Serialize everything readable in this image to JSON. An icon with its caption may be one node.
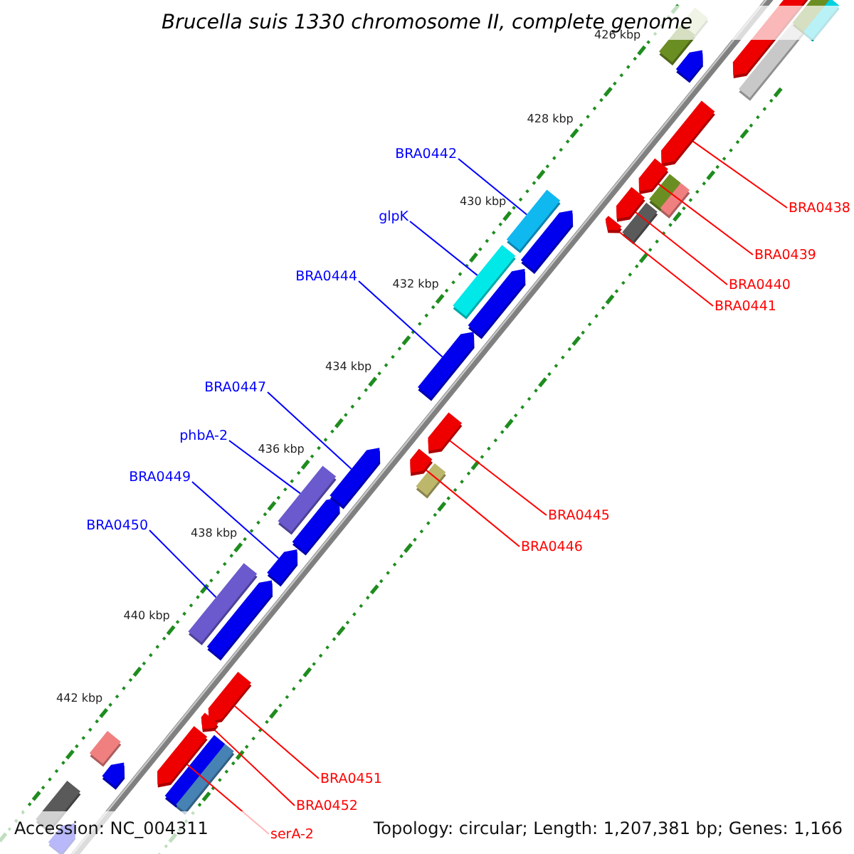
{
  "diagram": {
    "title": "Brucella suis 1330 chromosome II, complete genome",
    "nodes": [
      {
        "text": [
          "BRA0442"
        ]
      },
      {
        "text": [
          "glpK"
        ]
      },
      {
        "text": [
          "BRA0438"
        ]
      },
      {
        "text": [
          "BRA0439"
        ]
      },
      {
        "text": [
          "BRA0444"
        ]
      },
      {
        "text": [
          "BRA0440"
        ]
      },
      {
        "text": [
          "BRA0441"
        ]
      },
      {
        "text": [
          "BRA0447"
        ]
      },
      {
        "text": [
          "phbA-2"
        ]
      },
      {
        "text": [
          "BRA0449"
        ]
      },
      {
        "text": [
          "BRA0445"
        ]
      },
      {
        "text": [
          "BRA0450"
        ]
      },
      {
        "text": [
          "BRA0446"
        ]
      },
      {
        "text": [
          "BRA0451"
        ]
      },
      {
        "text": [
          "BRA0452"
        ]
      },
      {
        "text": [
          "serA-2"
        ]
      },
      {
        "text": [],
        "shape": "bar"
      },
      {
        "text": [],
        "shape": "bar"
      },
      {
        "text": [],
        "shape": "bar"
      },
      {
        "text": [],
        "shape": "bar"
      },
      {
        "text": [],
        "shape": "bar"
      },
      {
        "text": [],
        "shape": "bar"
      },
      {
        "text": [],
        "shape": "bar"
      },
      {
        "text": [],
        "shape": "bar"
      },
      {
        "text": [],
        "shape": "bar"
      },
      {
        "text": [],
        "shape": "bar"
      },
      {
        "text": [],
        "shape": "bar"
      },
      {
        "text": [],
        "shape": "bar"
      },
      {
        "text": [],
        "shape": "bar"
      },
      {
        "text": [],
        "shape": "bar"
      },
      {
        "text": [],
        "shape": "bar"
      },
      {
        "text": [],
        "shape": "bar"
      }
    ],
    "edges": [
      {
        "from": 0,
        "to": 16,
        "arrow": "none",
        "color": "#0000ff"
      },
      {
        "from": 1,
        "to": 17,
        "arrow": "none",
        "color": "#0000ff"
      },
      {
        "from": 2,
        "to": 18,
        "arrow": "none"
      },
      {
        "from": 3,
        "to": 19,
        "arrow": "none"
      },
      {
        "from": 4,
        "to": 20,
        "arrow": "none",
        "color": "#0000ff"
      },
      {
        "from": 5,
        "to": 21,
        "arrow": "none"
      },
      {
        "from": 6,
        "to": 22,
        "arrow": "none"
      },
      {
        "from": 7,
        "to": 23,
        "arrow": "none",
        "color": "#0000ff"
      },
      {
        "from": 8,
        "to": 24,
        "arrow": "none",
        "color": "#0000ff"
      },
      {
        "from": 9,
        "to": 25,
        "arrow": "none",
        "color": "#0000ff"
      },
      {
        "from": 10,
        "to": 26,
        "arrow": "none"
      },
      {
        "from": 11,
        "to": 27,
        "arrow": "none",
        "color": "#0000ff"
      },
      {
        "from": 12,
        "to": 28,
        "arrow": "none"
      },
      {
        "from": 13,
        "to": 29,
        "arrow": "none"
      },
      {
        "from": 14,
        "to": 30,
        "arrow": "none"
      },
      {
        "from": 15,
        "to": 31,
        "arrow": "none"
      }
    ],
    "labels": [
      "426 kbp",
      "428 kbp",
      "430 kbp",
      "432 kbp",
      "434 kbp",
      "436 kbp",
      "438 kbp",
      "440 kbp",
      "442 kbp",
      "Accession: NC_004311",
      "Topology: circular; Length: 1,207,381 bp; Genes: 1,166"
    ]
  }
}
